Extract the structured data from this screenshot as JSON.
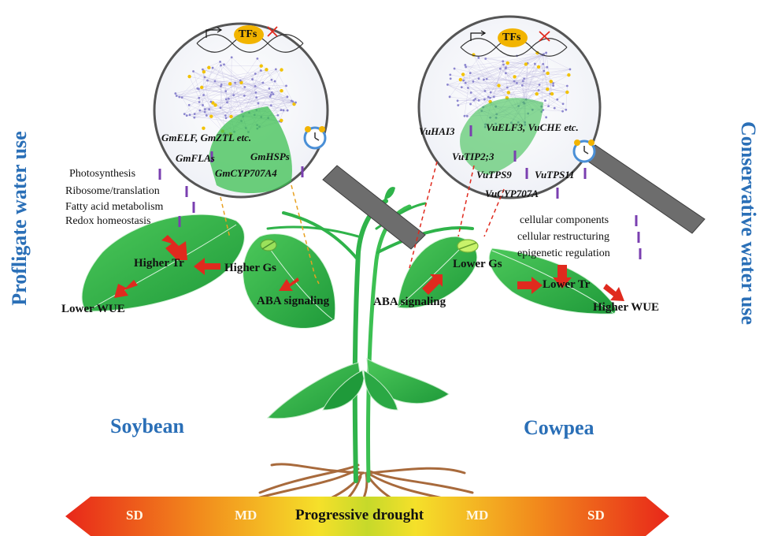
{
  "side_labels": {
    "left": "Profligate water use",
    "right": "Conservative water use"
  },
  "species": {
    "left": "Soybean",
    "right": "Cowpea"
  },
  "soybean": {
    "tfs": "TFs",
    "genes": [
      "GmELF, GmZTL etc.",
      "GmFLAs",
      "GmHSPs",
      "GmCYP707A4"
    ],
    "processes": [
      "Photosynthesis",
      "Ribosome/translation",
      "Fatty acid metabolism",
      "Redox homeostasis"
    ],
    "labels": {
      "tr": "Higher Tr",
      "gs": "Higher Gs",
      "aba": "ABA signaling",
      "wue": "Lower WUE"
    }
  },
  "cowpea": {
    "tfs": "TFs",
    "genes": [
      "VuHAI3",
      "VuELF3, VuCHE etc.",
      "VuTIP2;3",
      "VuTPS9",
      "VuTPS11",
      "VuCYP707A"
    ],
    "processes": [
      "cellular components",
      "cellular restructuring",
      "epigenetic regulation"
    ],
    "labels": {
      "gs": "Lower Gs",
      "tr": "Lower Tr",
      "aba": "ABA signaling",
      "wue": "Higher WUE"
    }
  },
  "drought_band": {
    "title": "Progressive drought",
    "stages": [
      "SD",
      "MD",
      "MD",
      "SD"
    ]
  },
  "colors": {
    "accent_blue": "#2a6fb7",
    "leaf_green": "#2fb34a",
    "arrow_red": "#e02a1e",
    "tf_yellow": "#f2b400",
    "bar_purple": "#7a3fb0"
  }
}
